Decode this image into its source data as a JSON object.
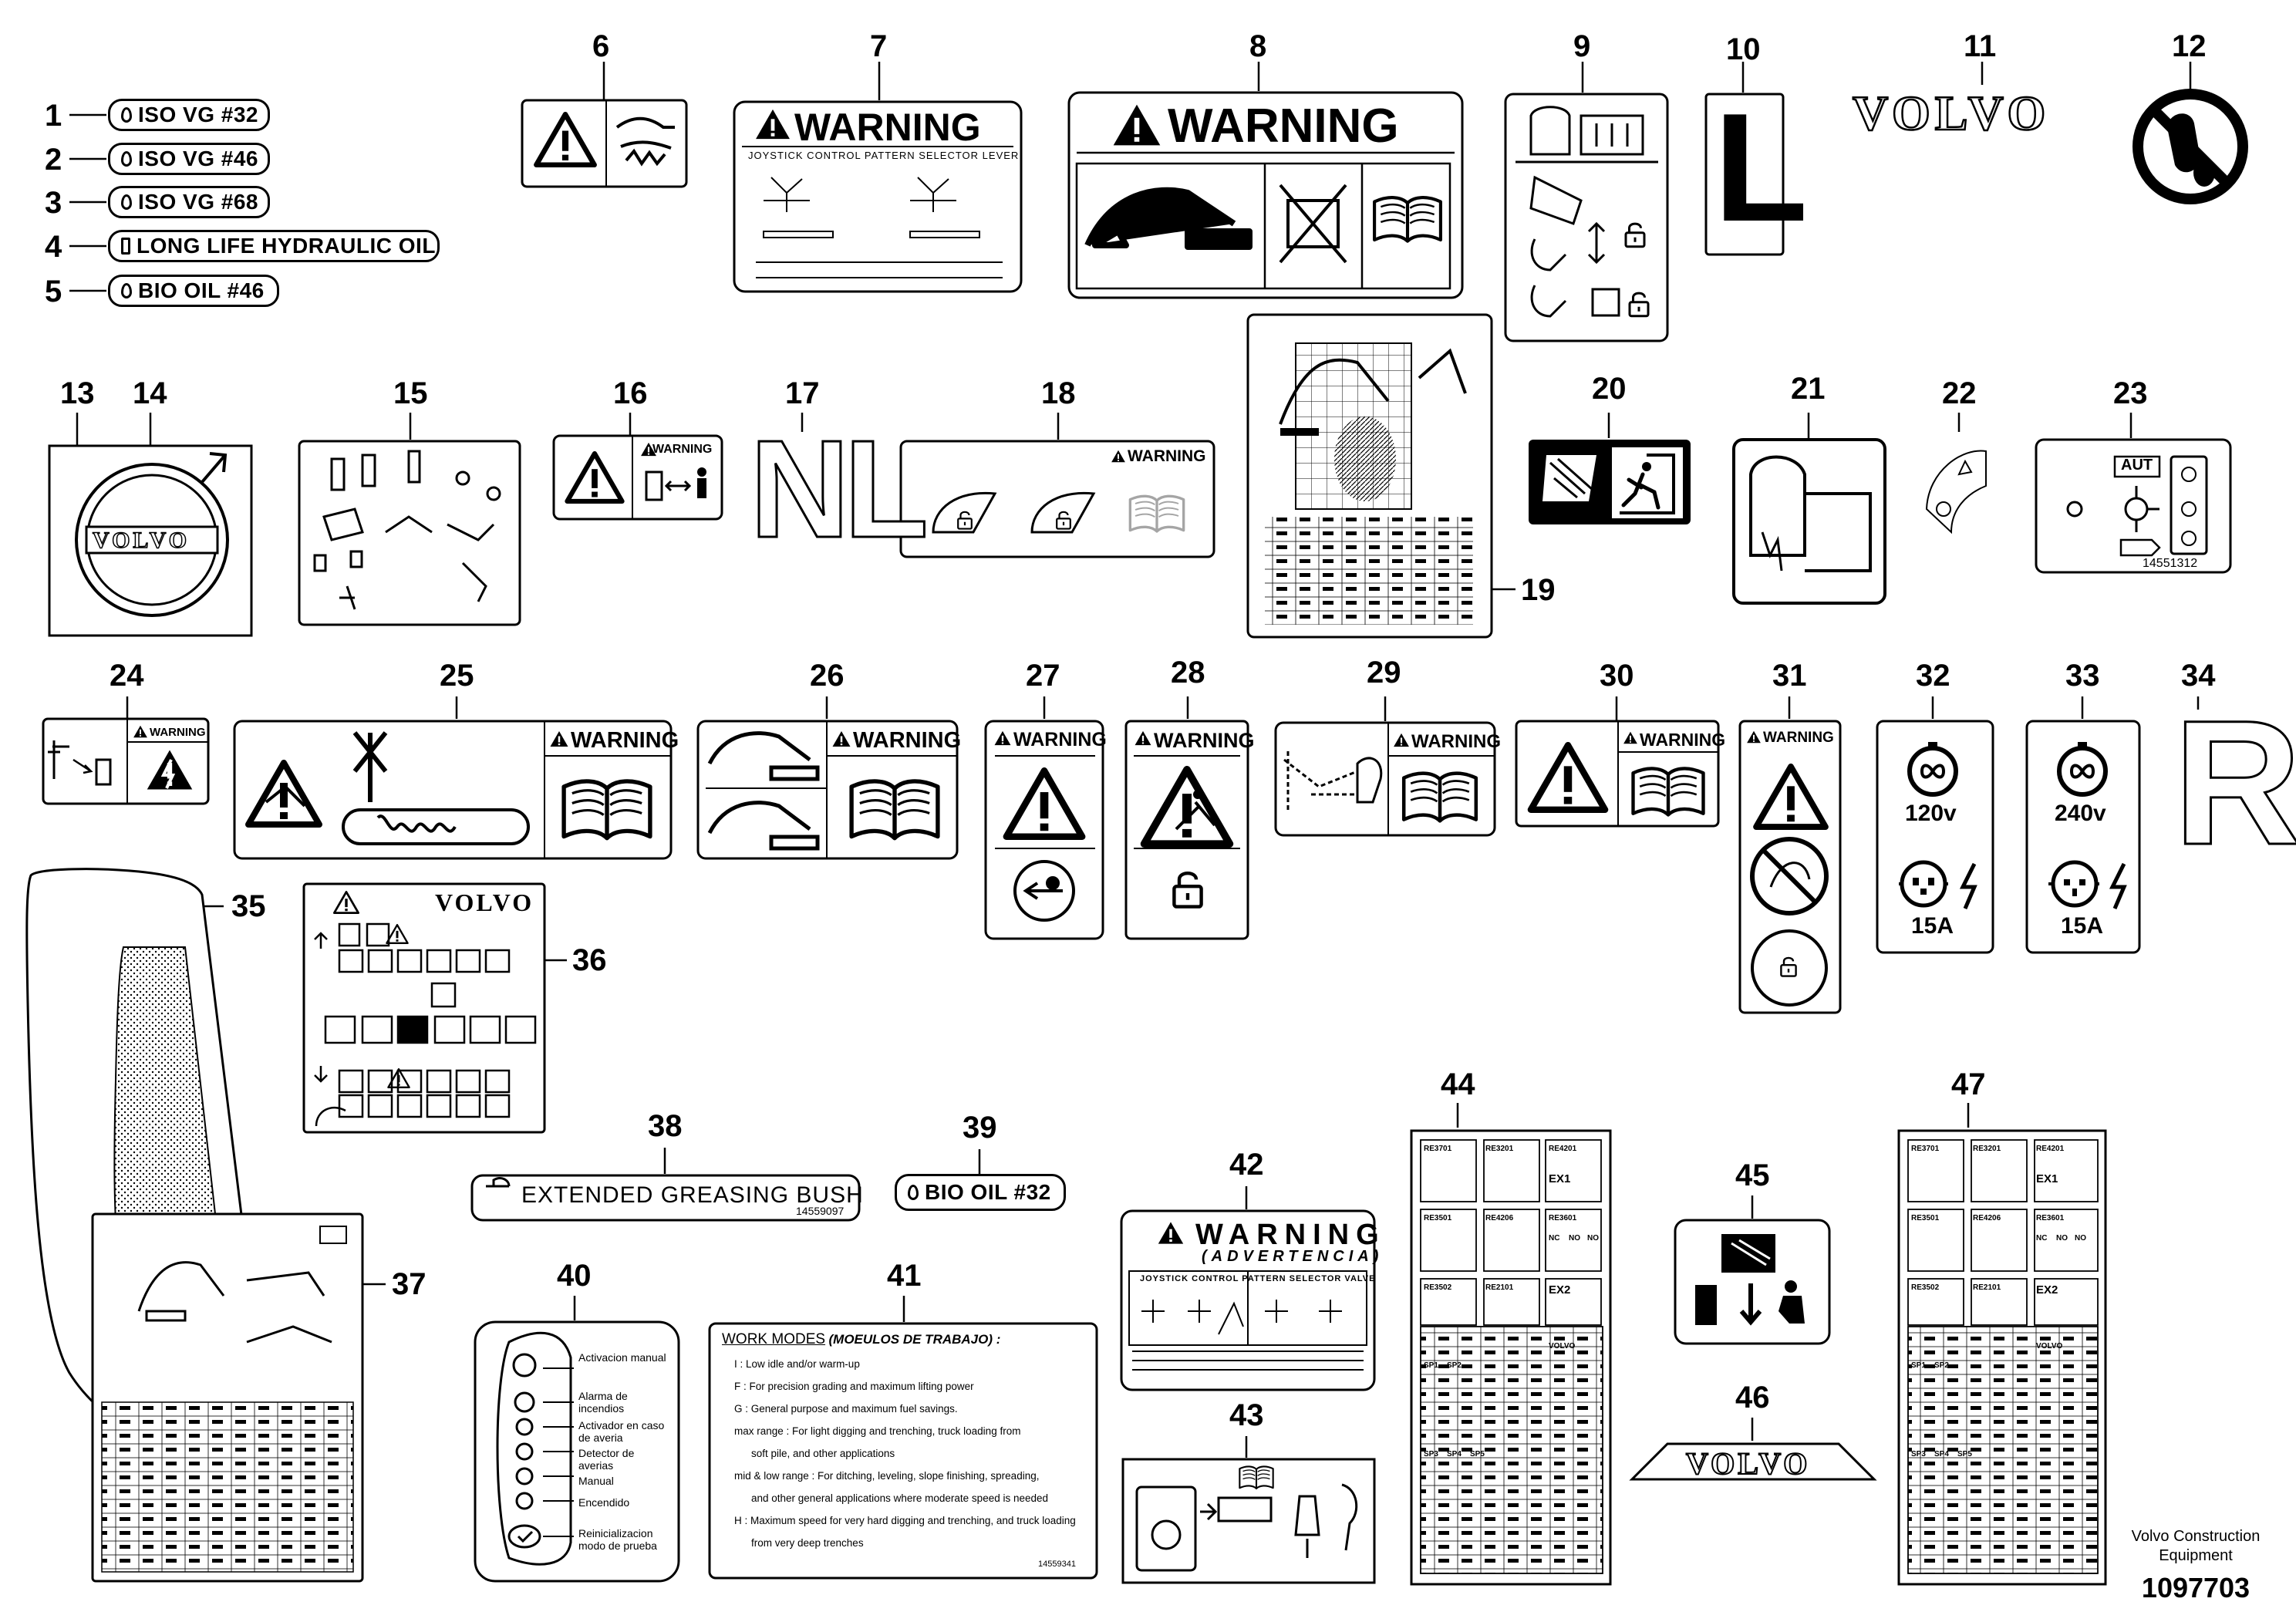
{
  "oil_labels": [
    {
      "num": "1",
      "text": "ISO VG #32"
    },
    {
      "num": "2",
      "text": "ISO VG #46"
    },
    {
      "num": "3",
      "text": "ISO VG #68"
    },
    {
      "num": "4",
      "text": "LONG LIFE HYDRAULIC OIL"
    },
    {
      "num": "5",
      "text": "BIO OIL #46"
    }
  ],
  "callouts": {
    "n6": "6",
    "n7": "7",
    "n8": "8",
    "n9": "9",
    "n10": "10",
    "n11": "11",
    "n12": "12",
    "n13": "13",
    "n14": "14",
    "n15": "15",
    "n16": "16",
    "n17": "17",
    "n18": "18",
    "n19": "19",
    "n20": "20",
    "n21": "21",
    "n22": "22",
    "n23": "23",
    "n24": "24",
    "n25": "25",
    "n26": "26",
    "n27": "27",
    "n28": "28",
    "n29": "29",
    "n30": "30",
    "n31": "31",
    "n32": "32",
    "n33": "33",
    "n34": "34",
    "n35": "35",
    "n36": "36",
    "n37": "37",
    "n38": "38",
    "n39": "39",
    "n40": "40",
    "n41": "41",
    "n42": "42",
    "n43": "43",
    "n44": "44",
    "n45": "45",
    "n46": "46",
    "n47": "47"
  },
  "warning_word": "WARNING",
  "advertencia": "(ADVERTENCIA)",
  "joystick_heading": "JOYSTICK CONTROL PATTERN SELECTOR LEVER",
  "joystick_valve_heading": "JOYSTICK CONTROL PATTERN SELECTOR VALVE",
  "decal10_letter": "L",
  "decal17_letters": "NL",
  "decal34_letter": "R",
  "volvo_brand": "VOLVO",
  "decal23_aut": "AUT",
  "decal23_partno": "14551312",
  "decal32": {
    "voltage": "120v",
    "amps": "15A"
  },
  "decal33": {
    "voltage": "240v",
    "amps": "15A"
  },
  "decal38": "EXTENDED GREASING BUSH",
  "decal38_partno": "14559097",
  "decal39": "BIO OIL #32",
  "decal40_items": [
    "Activacion manual",
    "Alarma de incendios",
    "Activador en caso de averia",
    "Detector de averias",
    "Manual",
    "Encendido",
    "Reinicializacion modo de prueba"
  ],
  "decal41": {
    "title": "WORK MODES",
    "title_es": "(MOEULOS DE TRABAJO) :",
    "lines": [
      "I : Low idle and/or warm-up",
      "F : For precision grading and maximum lifting power",
      "G : General purpose and maximum fuel savings.",
      "max range : For light digging and trenching, truck loading from",
      "soft pile, and other applications",
      "mid & low range : For ditching, leveling, slope finishing, spreading,",
      "and other general applications where moderate speed is needed",
      "H : Maximum speed for very hard digging and trenching, and truck loading",
      "from very deep trenches"
    ],
    "partno": "14559341"
  },
  "fuse_labels": [
    "RE3701",
    "RE3201",
    "RE4201",
    "RE3501",
    "RE4206",
    "RE3601",
    "RE3502",
    "RE2101",
    "EX2",
    "EX1",
    "NC",
    "NO",
    "NO",
    "SP1",
    "SP2",
    "SP3",
    "SP4",
    "SP5",
    "VOLVO"
  ],
  "footer": {
    "company": "Volvo Construction Equipment",
    "drawing_no": "1097703"
  }
}
